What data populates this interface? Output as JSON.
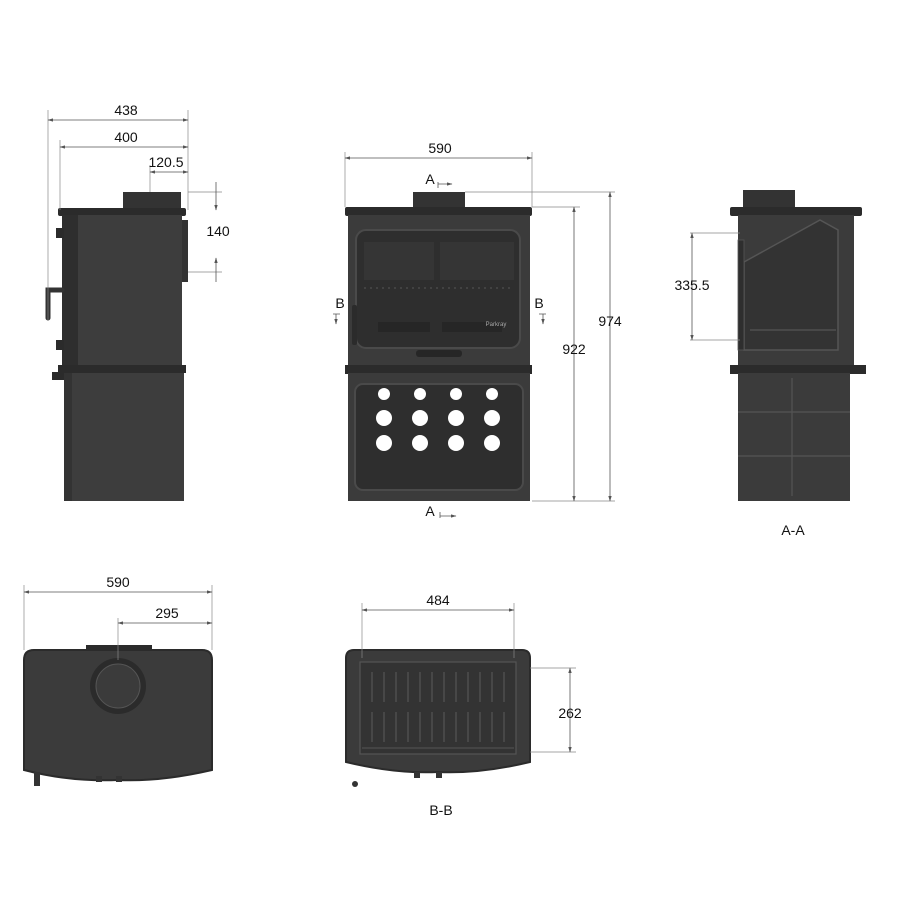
{
  "colors": {
    "body": "#3b3b3b",
    "body_dark": "#262626",
    "body_light": "#4a4a4a",
    "glass": "#2e2e2e",
    "dim_line": "#555555",
    "vent": "#ffffff"
  },
  "side_view": {
    "dim_overall_width": "438",
    "dim_body_width": "400",
    "dim_flue_offset": "120.5",
    "dim_outlet_height": "140"
  },
  "front_view": {
    "dim_width": "590",
    "dim_door_height": "922",
    "dim_total_height": "974",
    "section_mark_a": "A",
    "section_mark_b": "B",
    "badge": "Parkray"
  },
  "section_aa": {
    "dim_firebox_height": "335.5",
    "caption": "A-A"
  },
  "top_view": {
    "dim_width": "590",
    "dim_flue_center": "295"
  },
  "section_bb": {
    "dim_inner_width": "484",
    "dim_depth": "262",
    "caption": "B-B"
  }
}
